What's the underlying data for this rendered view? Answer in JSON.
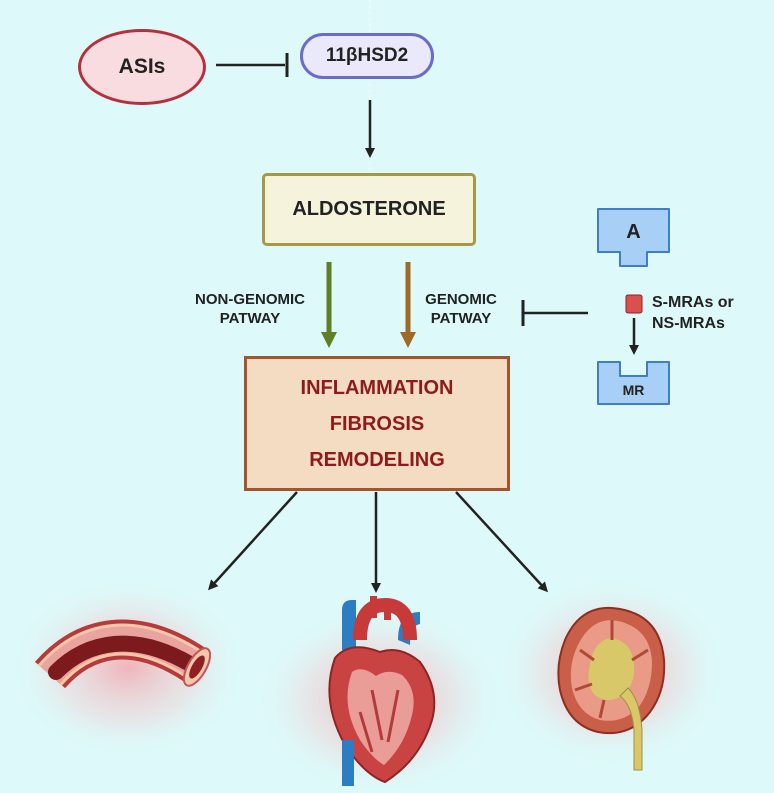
{
  "nodes": {
    "asis": "ASIs",
    "hsd2": "11βHSD2",
    "aldosterone": "ALDOSTERONE",
    "outcomes": [
      "INFLAMMATION",
      "FIBROSIS",
      "REMODELING"
    ]
  },
  "pathways": {
    "non_genomic": [
      "NON-GENOMIC",
      "PATWAY"
    ],
    "genomic": [
      "GENOMIC",
      "PATWAY"
    ]
  },
  "receptor_panel": {
    "ligand": "A",
    "drug": [
      "S-MRAs or",
      "NS-MRAs"
    ],
    "receptor": "MR"
  },
  "colors": {
    "background": "#ddf9f9",
    "non_genomic_arrow": "#5e7f23",
    "genomic_arrow": "#9e6a25",
    "outcome_text": "#8e1b1b",
    "receptor_fill": "#a8cff5",
    "drug_square": "#d9504f"
  },
  "organs": [
    "blood-vessel",
    "heart",
    "kidney"
  ]
}
